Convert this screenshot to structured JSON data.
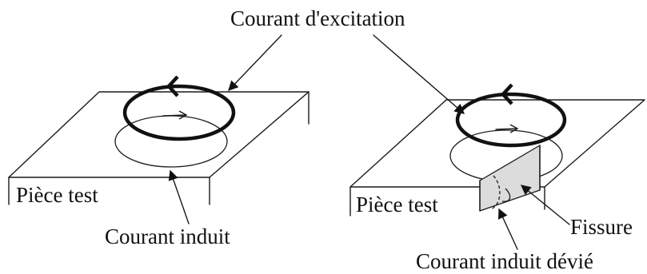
{
  "labels": {
    "excitation_current": "Courant d'excitation",
    "test_piece_left": "Pièce  test",
    "induced_current": "Courant  induit",
    "test_piece_right": "Pièce  test",
    "crack": "Fissure",
    "deviated_induced_current": "Courant  induit  dévié"
  }
}
